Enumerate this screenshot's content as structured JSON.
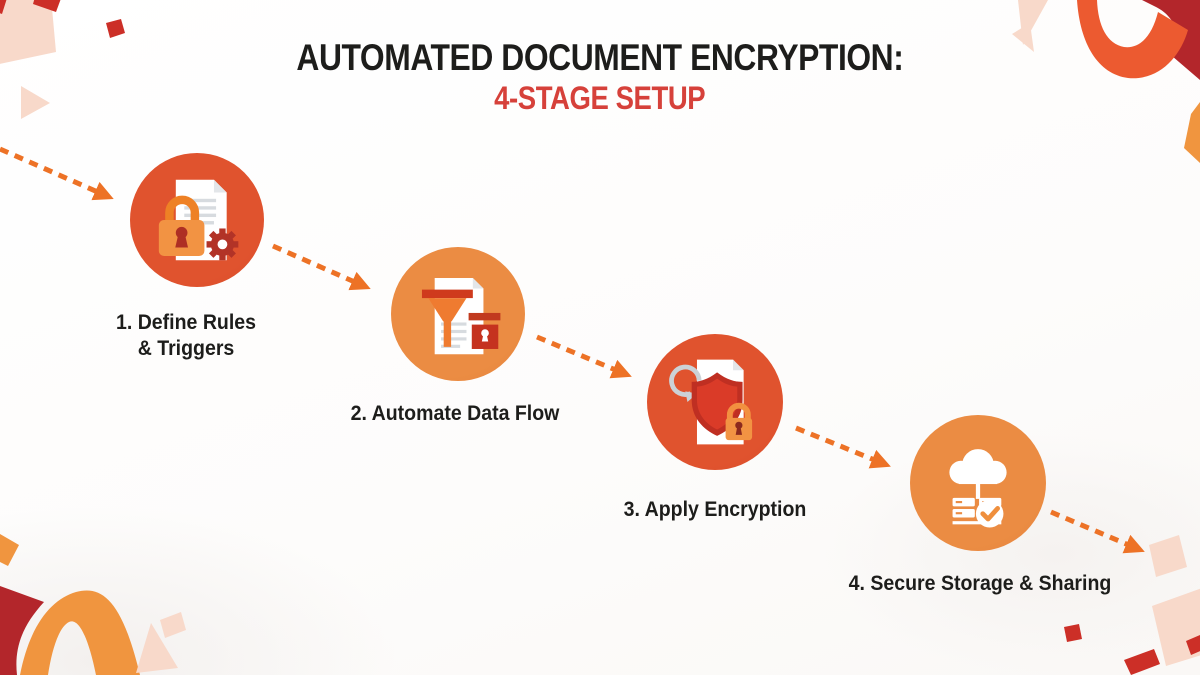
{
  "title": {
    "line1": "AUTOMATED DOCUMENT ENCRYPTION:",
    "line2": "4-STAGE SETUP"
  },
  "colors": {
    "title_text": "#1d1d1b",
    "title_accent": "#d6413a",
    "label_text": "#1d1d1b",
    "circle_red_orange": "#e0532e",
    "circle_orange": "#eb8c43",
    "arrow_orange": "#ed7226",
    "deco_pink": "#f8d9ca",
    "deco_red": "#cc2f27",
    "deco_dark_red": "#b3262b",
    "deco_orange": "#f0953f",
    "deco_swoosh_orange": "#ec5a30"
  },
  "stages": [
    {
      "number": "1",
      "icon": "document-lock-gear-icon",
      "label_lines": [
        "1. Define Rules",
        "& Triggers"
      ]
    },
    {
      "number": "2",
      "icon": "document-funnel-icon",
      "label_lines": [
        "2. Automate Data Flow"
      ]
    },
    {
      "number": "3",
      "icon": "document-shield-lock-icon",
      "label_lines": [
        "3. Apply Encryption"
      ]
    },
    {
      "number": "4",
      "icon": "cloud-server-check-icon",
      "label_lines": [
        "4. Secure Storage & Sharing"
      ]
    }
  ]
}
